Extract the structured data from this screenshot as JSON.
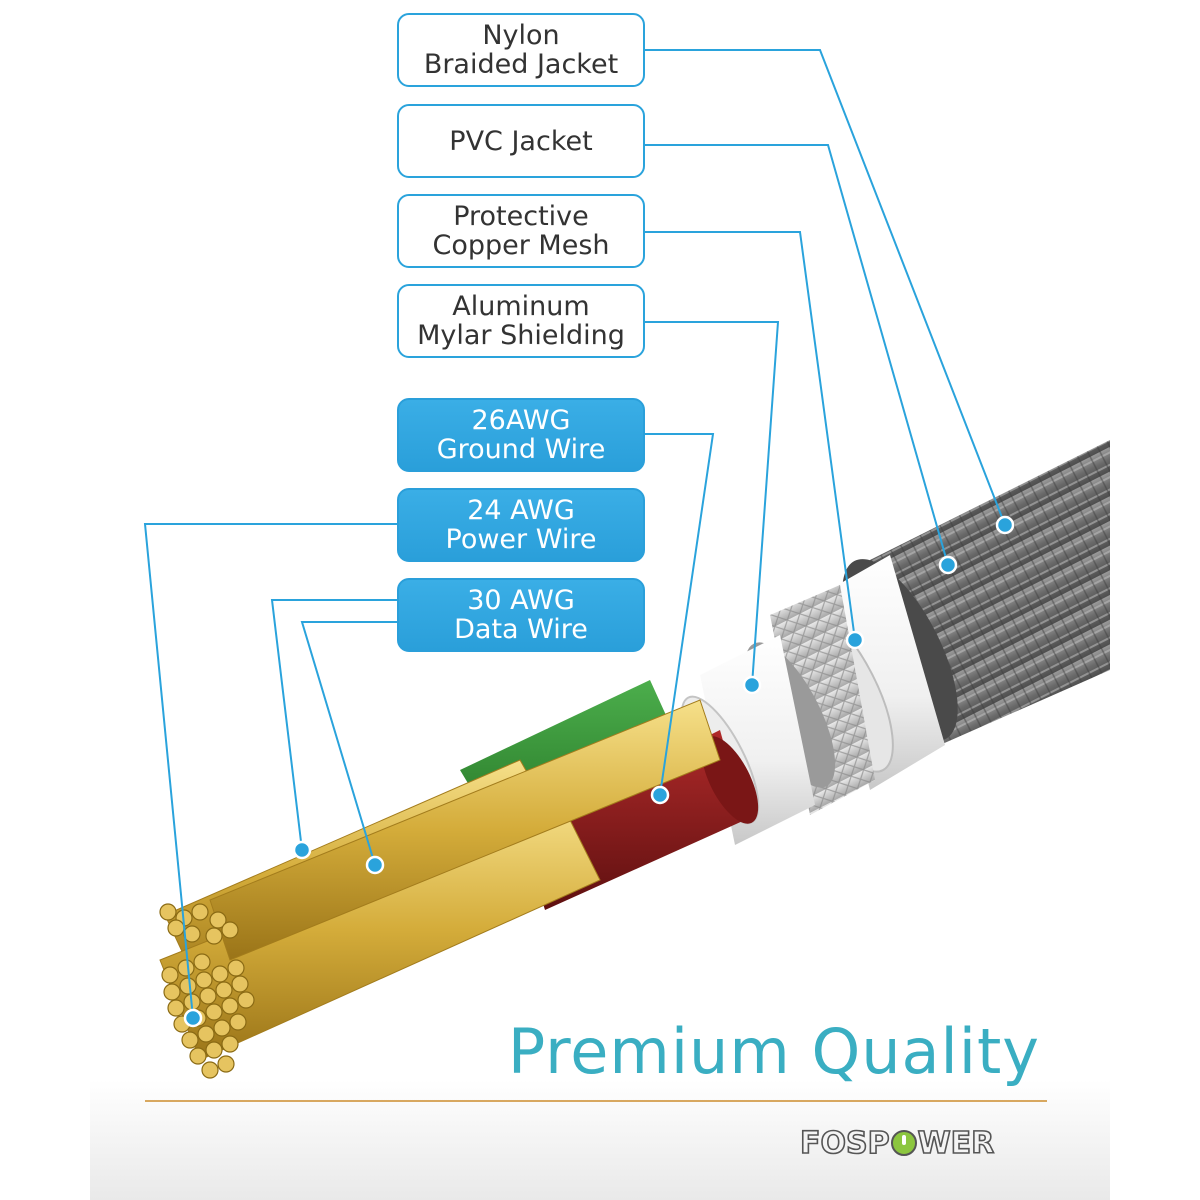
{
  "labels": {
    "nylon_jacket": [
      "Nylon",
      "Braided Jacket"
    ],
    "pvc_jacket": [
      "PVC Jacket"
    ],
    "copper_mesh": [
      "Protective",
      "Copper Mesh"
    ],
    "mylar": [
      "Aluminum",
      "Mylar Shielding"
    ],
    "ground_wire": [
      "26AWG",
      "Ground Wire"
    ],
    "power_wire": [
      "24 AWG",
      "Power Wire"
    ],
    "data_wire": [
      "30 AWG",
      "Data Wire"
    ]
  },
  "tagline": "Premium Quality",
  "brand": {
    "name_left": "FOSP",
    "name_right": "WER",
    "icon": "power-icon"
  },
  "colors": {
    "accent": "#2aa3dc",
    "tagline": "#3aaec2",
    "rule": "#d8a860",
    "braid": "#707070",
    "copper": "#d4b04a",
    "red_wire": "#8c1c1c",
    "green_wire": "#2e8a2e"
  }
}
